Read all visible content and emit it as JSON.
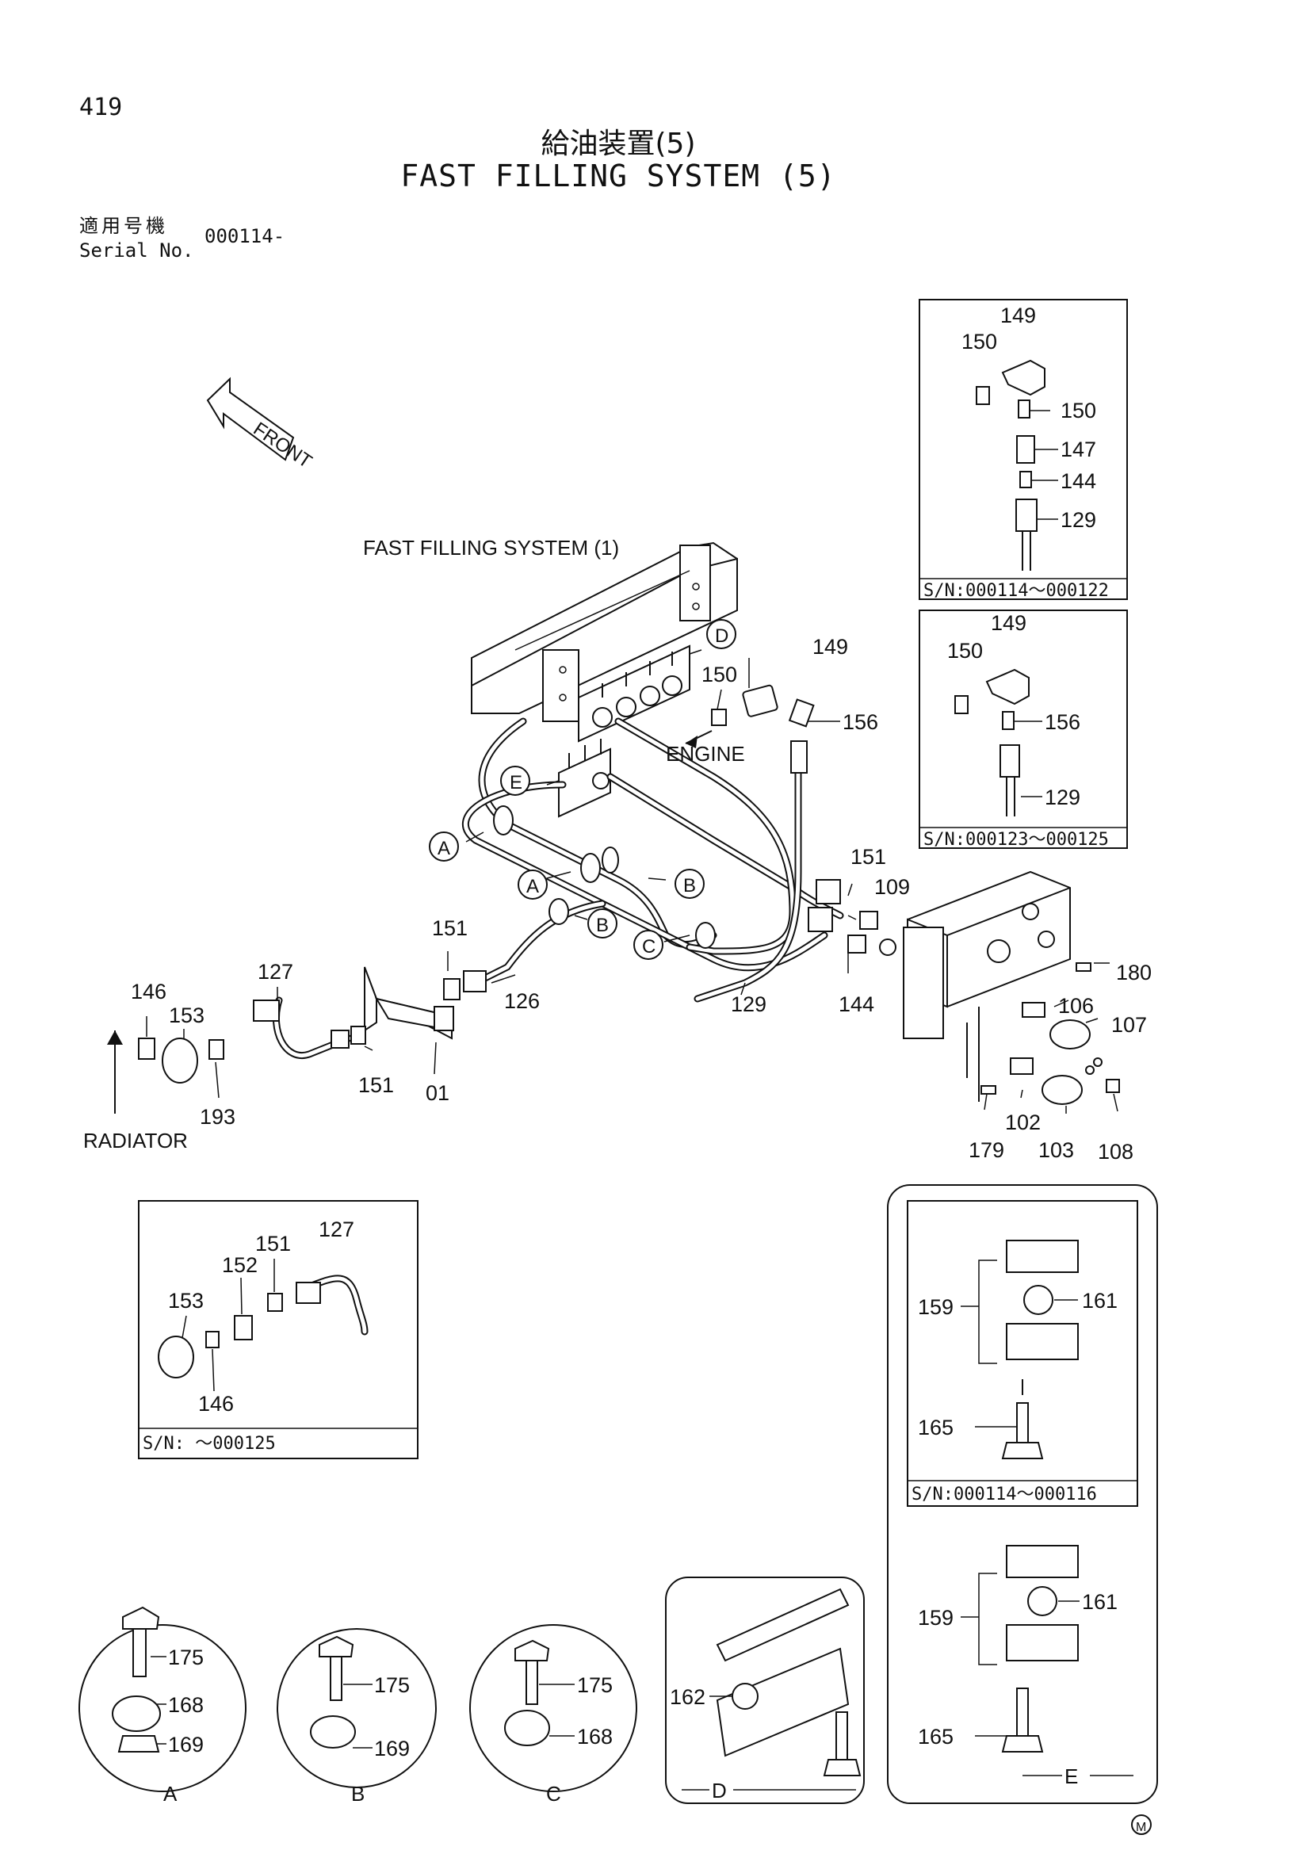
{
  "page_number": "419",
  "title_jp": "給油装置(5)",
  "title_en": "FAST FILLING SYSTEM (5)",
  "serial": {
    "label_jp": "適用号機",
    "label_en": "Serial No.",
    "value": "000114-"
  },
  "captions": {
    "front": "FRONT",
    "ref_system": "FAST FILLING SYSTEM (1)",
    "engine": "ENGINE",
    "radiator": "RADIATOR"
  },
  "insets": {
    "top1_sn": "S/N:000114～000122",
    "top2_sn": "S/N:000123～000125",
    "left_sn": "S/N: ～000125",
    "right1_sn": "S/N:000114～000116"
  },
  "callouts": {
    "A": "A",
    "B": "B",
    "C": "C",
    "D": "D",
    "E": "E"
  },
  "detail_labels": {
    "A": "A",
    "B": "B",
    "C": "C",
    "D": "D",
    "E": "E"
  },
  "mark": "M",
  "parts": {
    "p01": "01",
    "p102": "102",
    "p103": "103",
    "p106": "106",
    "p107": "107",
    "p108": "108",
    "p109": "109",
    "p126": "126",
    "p127": "127",
    "p129": "129",
    "p144": "144",
    "p146": "146",
    "p147": "147",
    "p149": "149",
    "p150": "150",
    "p151": "151",
    "p152": "152",
    "p153": "153",
    "p156": "156",
    "p159": "159",
    "p161": "161",
    "p162": "162",
    "p165": "165",
    "p168": "168",
    "p169": "169",
    "p175": "175",
    "p179": "179",
    "p180": "180",
    "p193": "193"
  }
}
